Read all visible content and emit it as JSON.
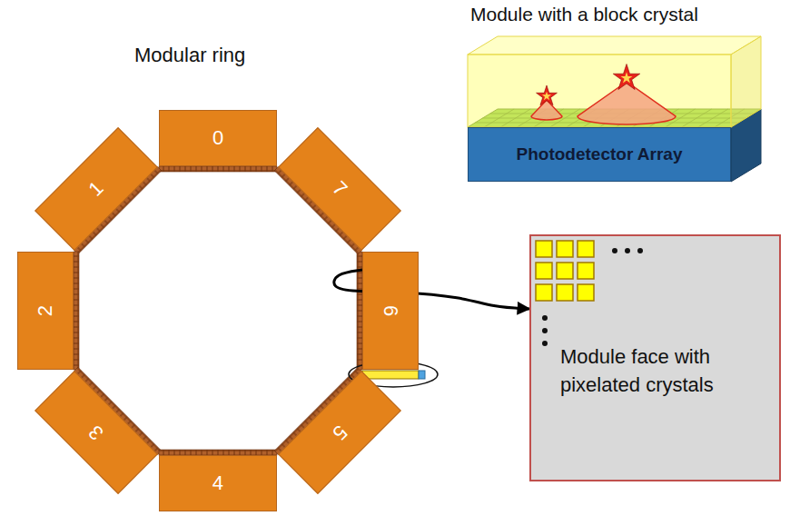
{
  "diagram": {
    "nodes": [
      {
        "text": [
          "0"
        ]
      },
      {
        "text": [
          "1"
        ]
      },
      {
        "text": [
          "2"
        ]
      },
      {
        "text": [
          "3"
        ]
      },
      {
        "text": [
          "4"
        ]
      },
      {
        "text": [
          "5"
        ]
      },
      {
        "text": [
          "6"
        ]
      },
      {
        "text": [
          "7"
        ]
      },
      {
        "text": [
          "Photodetector Array"
        ]
      },
      {
        "text": [
          "Module face with pixelated crystals"
        ]
      }
    ],
    "edges": [
      {
        "from": 6,
        "to": 9,
        "arrow": "to"
      }
    ],
    "labels": [
      "Modular ring",
      "Module with a block crystal"
    ]
  }
}
